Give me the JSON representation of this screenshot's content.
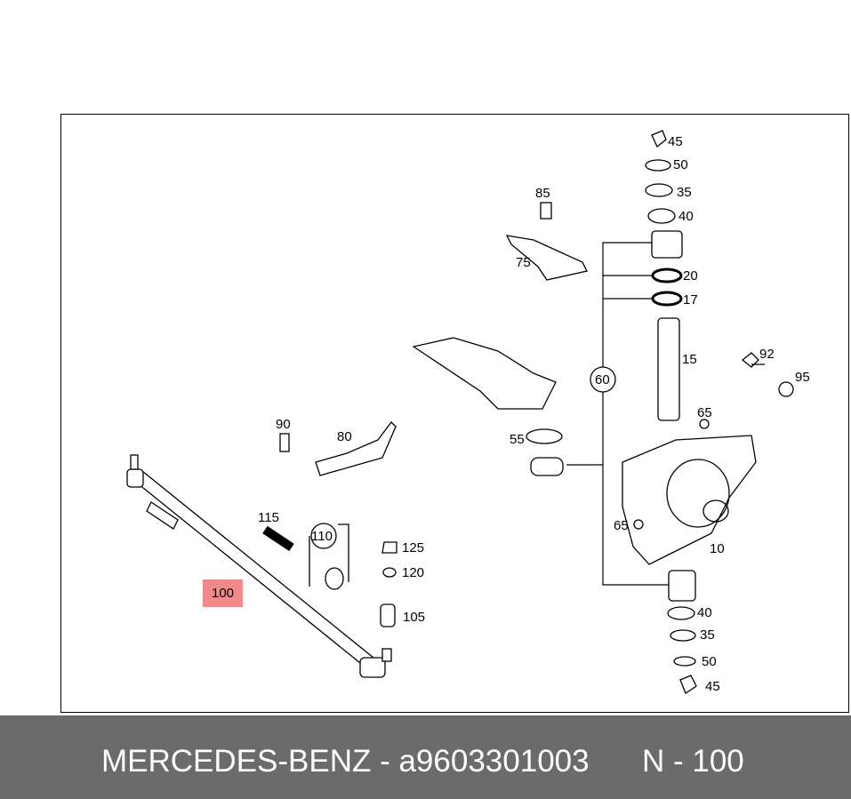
{
  "diagram": {
    "labels": {
      "p45a": "45",
      "p50a": "50",
      "p35a": "35",
      "p40a": "40",
      "p85": "85",
      "p75": "75",
      "p20": "20",
      "p17": "17",
      "p60": "60",
      "p15": "15",
      "p92": "92",
      "p95": "95",
      "p65a": "65",
      "p90": "90",
      "p80": "80",
      "p55": "55",
      "p115": "115",
      "p110": "110",
      "p125": "125",
      "p120": "120",
      "p100": "100",
      "p105": "105",
      "p65b": "65",
      "p10": "10",
      "p40b": "40",
      "p35b": "35",
      "p50b": "50",
      "p45b": "45"
    },
    "highlight_color": "#f08a8a"
  },
  "footer": {
    "brand_part": "MERCEDES-BENZ - a9603301003",
    "position": "N - 100"
  }
}
